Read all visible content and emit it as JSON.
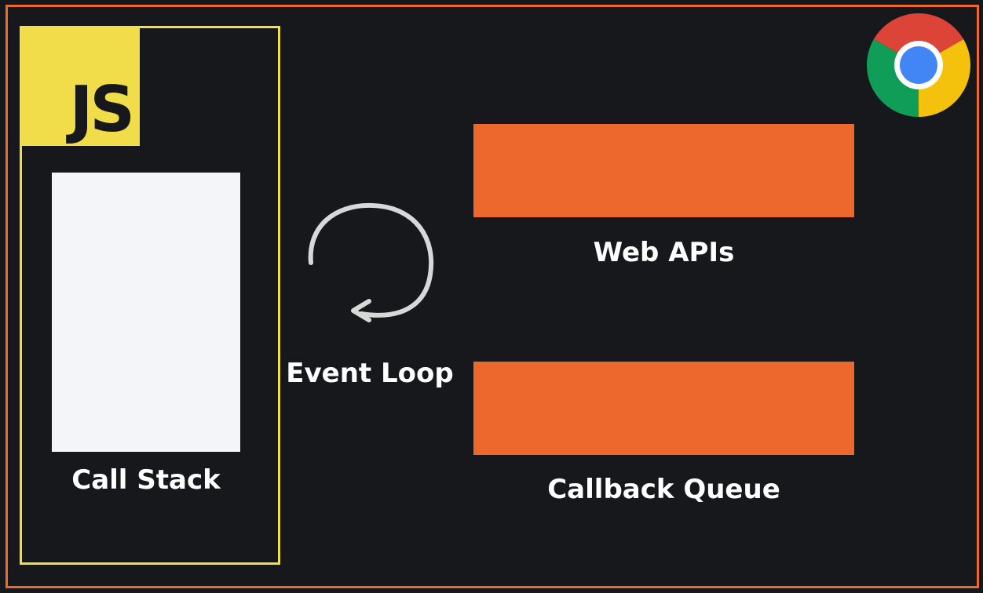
{
  "js_logo": {
    "text": "JS"
  },
  "labels": {
    "call_stack": "Call Stack",
    "event_loop": "Event Loop",
    "web_apis": "Web APIs",
    "callback_queue": "Callback Queue"
  },
  "colors": {
    "background": "#16181c",
    "outer_frame": "#ec6a2e",
    "js_yellow": "#f1dc4a",
    "stack_panel": "#f3f5f9",
    "orange_panel": "#ec682d"
  },
  "icons": [
    "js-logo",
    "chrome-logo-icon",
    "loop-arrow-icon"
  ]
}
